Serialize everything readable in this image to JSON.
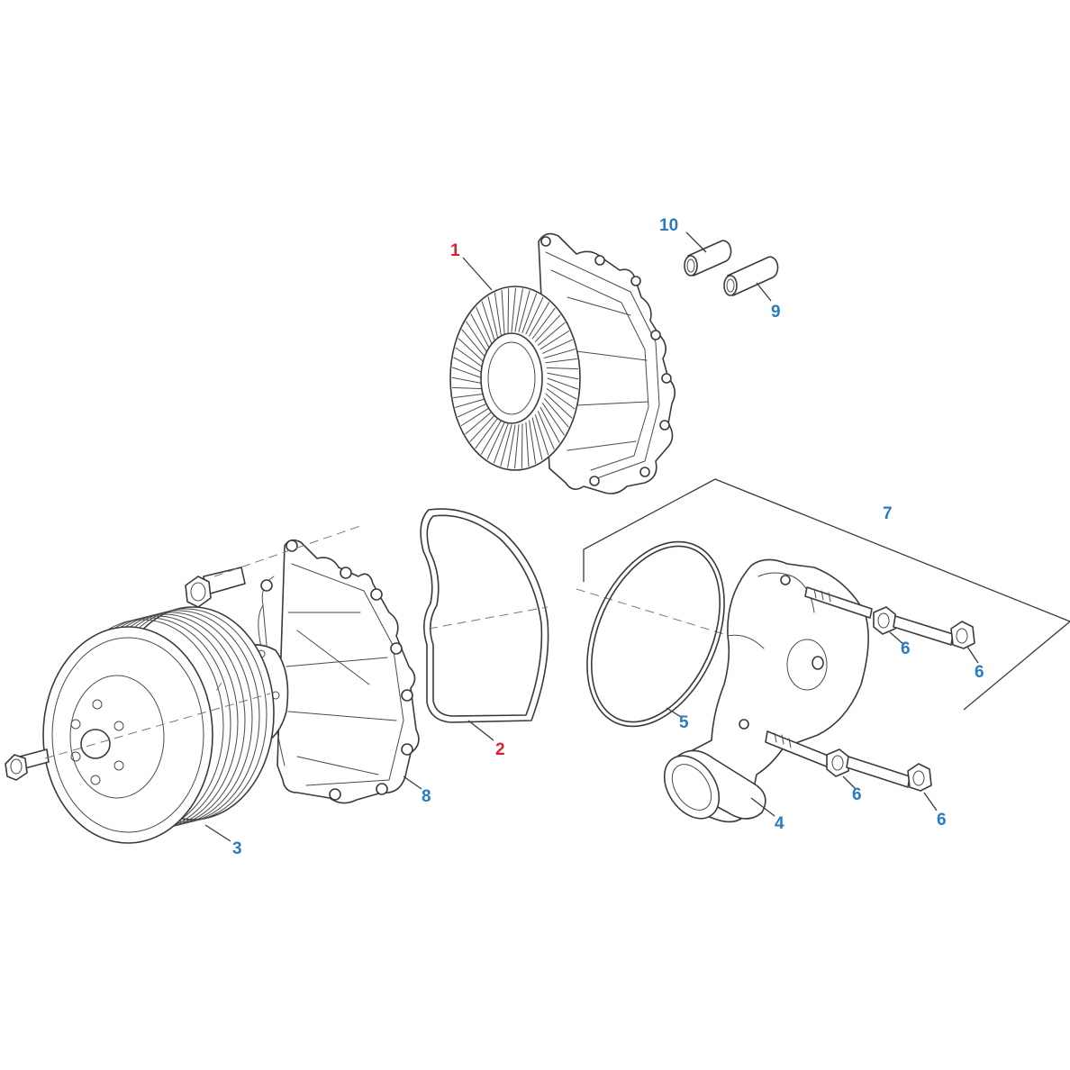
{
  "callouts": {
    "c1": {
      "text": "1",
      "color": "#e0202e"
    },
    "c2": {
      "text": "2",
      "color": "#e0202e"
    },
    "c3": {
      "text": "3",
      "color": "#2a7bbf"
    },
    "c4": {
      "text": "4",
      "color": "#2a7bbf"
    },
    "c5": {
      "text": "5",
      "color": "#2a7bbf"
    },
    "c6a": {
      "text": "6",
      "color": "#2a7bbf"
    },
    "c6b": {
      "text": "6",
      "color": "#2a7bbf"
    },
    "c6c": {
      "text": "6",
      "color": "#2a7bbf"
    },
    "c6d": {
      "text": "6",
      "color": "#2a7bbf"
    },
    "c7": {
      "text": "7",
      "color": "#2a7bbf"
    },
    "c8": {
      "text": "8",
      "color": "#2a7bbf"
    },
    "c9": {
      "text": "9",
      "color": "#2a7bbf"
    },
    "c10": {
      "text": "10",
      "color": "#2a7bbf"
    }
  },
  "parts": [
    "fan-clutch-assembly",
    "housing-gasket",
    "drive-pulley",
    "water-pump-inlet-cover",
    "o-ring-seal",
    "mounting-bolt",
    "inlet-cover-kit",
    "water-pump-housing",
    "dowel-pin-long",
    "dowel-pin-short"
  ]
}
